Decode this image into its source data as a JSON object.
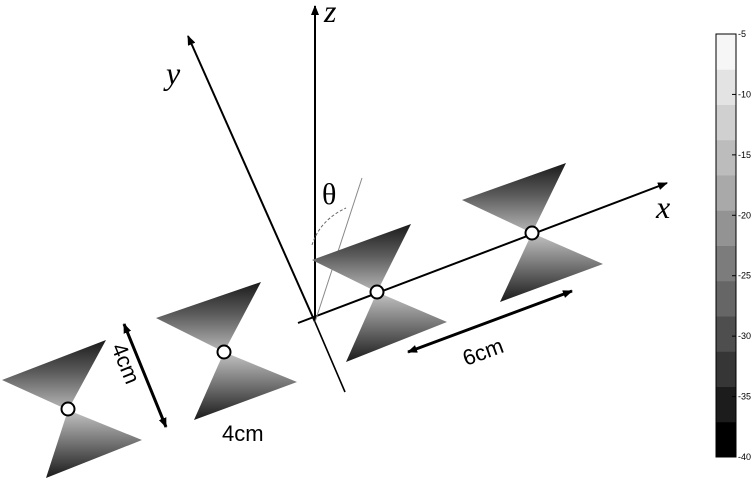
{
  "axes": {
    "x_label": "x",
    "y_label": "y",
    "z_label": "z"
  },
  "angle_label": "θ",
  "dimensions": {
    "spacing_label": "6cm",
    "height_label": "4cm",
    "width_label": "4cm"
  },
  "colorbar": {
    "ticks": [
      "-5",
      "-10",
      "-15",
      "-20",
      "-25",
      "-30",
      "-35",
      "-40"
    ],
    "range": [
      -40,
      -5
    ],
    "colors": [
      "#000000",
      "#1c1c1c",
      "#363636",
      "#4e4e4e",
      "#666666",
      "#7c7c7c",
      "#939393",
      "#a9a9a9",
      "#bcbcbc",
      "#d0d0d0",
      "#e3e3e3",
      "#f6f6f6"
    ]
  },
  "element_count": 4
}
